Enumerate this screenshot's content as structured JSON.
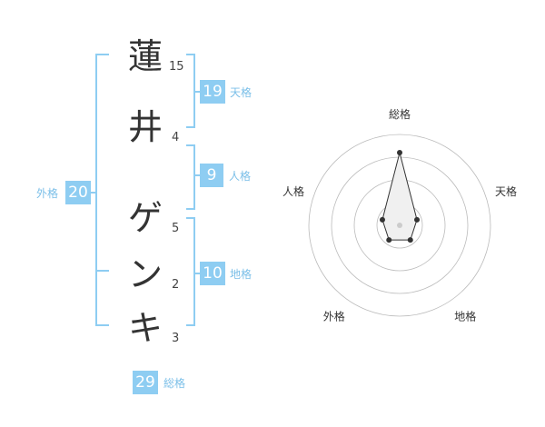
{
  "colors": {
    "bracket": "#8ecdf2",
    "badge": "#8ecdf2",
    "badge_label": "#7bbfe8",
    "radar_ring": "#bbbbbb",
    "radar_fill": "#f0f0f0",
    "radar_point": "#333333",
    "radar_center": "#cccccc"
  },
  "name": {
    "characters": [
      {
        "char": "蓮",
        "strokes": "15"
      },
      {
        "char": "井",
        "strokes": "4"
      },
      {
        "char": "ゲ",
        "strokes": "5"
      },
      {
        "char": "ン",
        "strokes": "2"
      },
      {
        "char": "キ",
        "strokes": "3"
      }
    ]
  },
  "kakaku": {
    "tenkaku": {
      "value": "19",
      "label": "天格"
    },
    "jinkaku": {
      "value": "9",
      "label": "人格"
    },
    "chikaku": {
      "value": "10",
      "label": "地格"
    },
    "gaikaku": {
      "value": "20",
      "label": "外格"
    },
    "soukaku": {
      "value": "29",
      "label": "総格"
    }
  },
  "chart_data": {
    "type": "radar",
    "axes": [
      "総格",
      "天格",
      "地格",
      "外格",
      "人格"
    ],
    "values": [
      4,
      1,
      1,
      1,
      1
    ],
    "max": 5,
    "rings": 4
  }
}
